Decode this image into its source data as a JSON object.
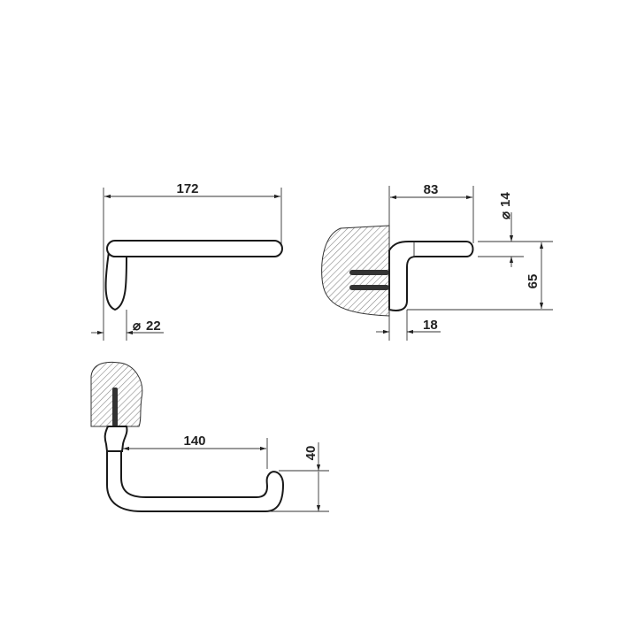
{
  "views": {
    "front": {
      "width_label": "172",
      "post_diameter_label": "22",
      "diameter_symbol": "⌀"
    },
    "side": {
      "depth_label": "83",
      "bar_diameter_label": "14",
      "height_label": "65",
      "base_label": "18",
      "diameter_symbol": "⌀"
    },
    "top": {
      "length_label": "140",
      "hook_label": "40"
    }
  },
  "colors": {
    "line": "#1a1a1a",
    "hatch": "#888888"
  }
}
